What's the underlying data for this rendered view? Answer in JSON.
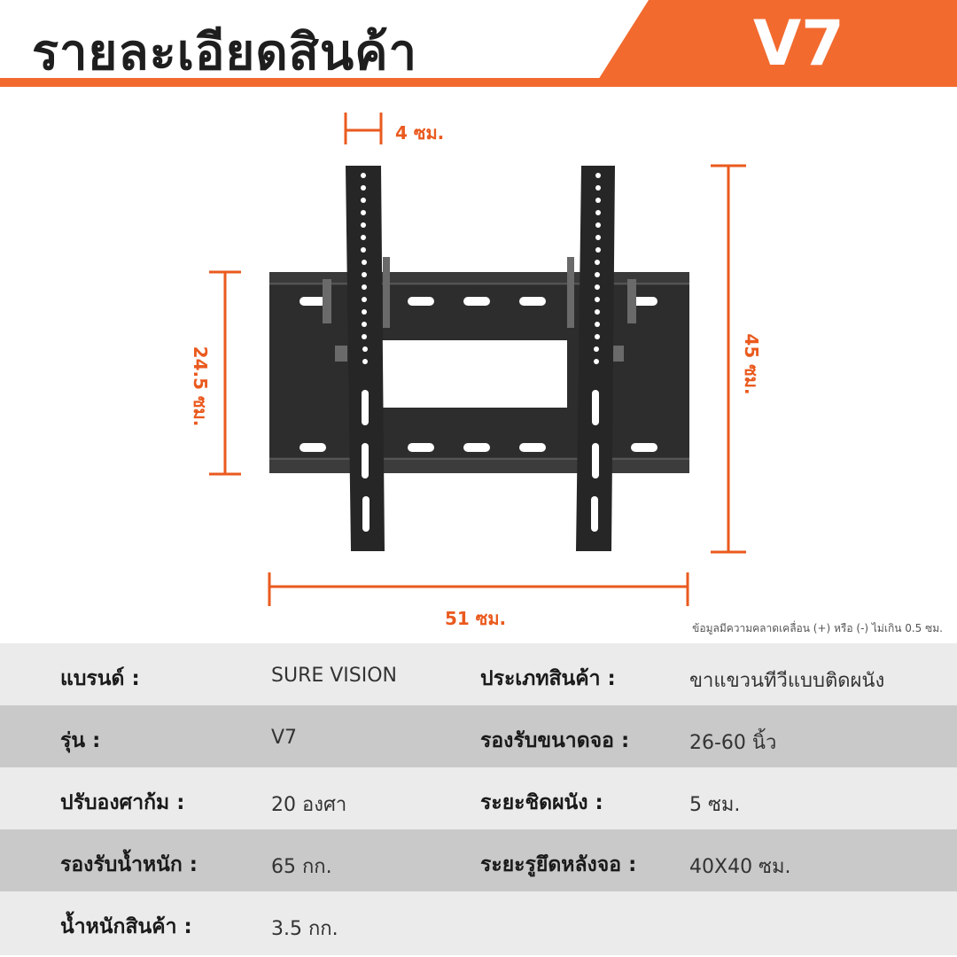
{
  "header": {
    "title": "รายละเอียดสินค้า",
    "model": "V7"
  },
  "dimensions": {
    "top_bar": "4 ซม.",
    "height_left": "24.5 ซม.",
    "height_right": "45 ซม.",
    "width": "51 ซม."
  },
  "note": "ข้อมูลมีความคลาดเคลื่อน (+) หรือ (-) ไม่เกิน 0.5 ซม.",
  "specs": [
    {
      "label1": "แบรนด์ :",
      "value1": "SURE VISION",
      "label2": "ประเภทสินค้า :",
      "value2": "ขาแขวนทีวีแบบติดผนัง"
    },
    {
      "label1": "รุ่น :",
      "value1": "V7",
      "label2": "รองรับขนาดจอ :",
      "value2": "26-60 นิ้ว"
    },
    {
      "label1": "ปรับองศาก้ม :",
      "value1": "20 องศา",
      "label2": "ระยะชิดผนัง :",
      "value2": "5 ซม."
    },
    {
      "label1": "รองรับน้ำหนัก :",
      "value1": "65 กก.",
      "label2": "ระยะรูยึดหลังจอ :",
      "value2": "40X40 ซม."
    },
    {
      "label1": "น้ำหนักสินค้า :",
      "value1": "3.5 กก.",
      "label2": "",
      "value2": ""
    }
  ],
  "colors": {
    "accent": "#f26a2e",
    "dimension": "#ea5a1e",
    "bracket": "#2b2b2b"
  }
}
